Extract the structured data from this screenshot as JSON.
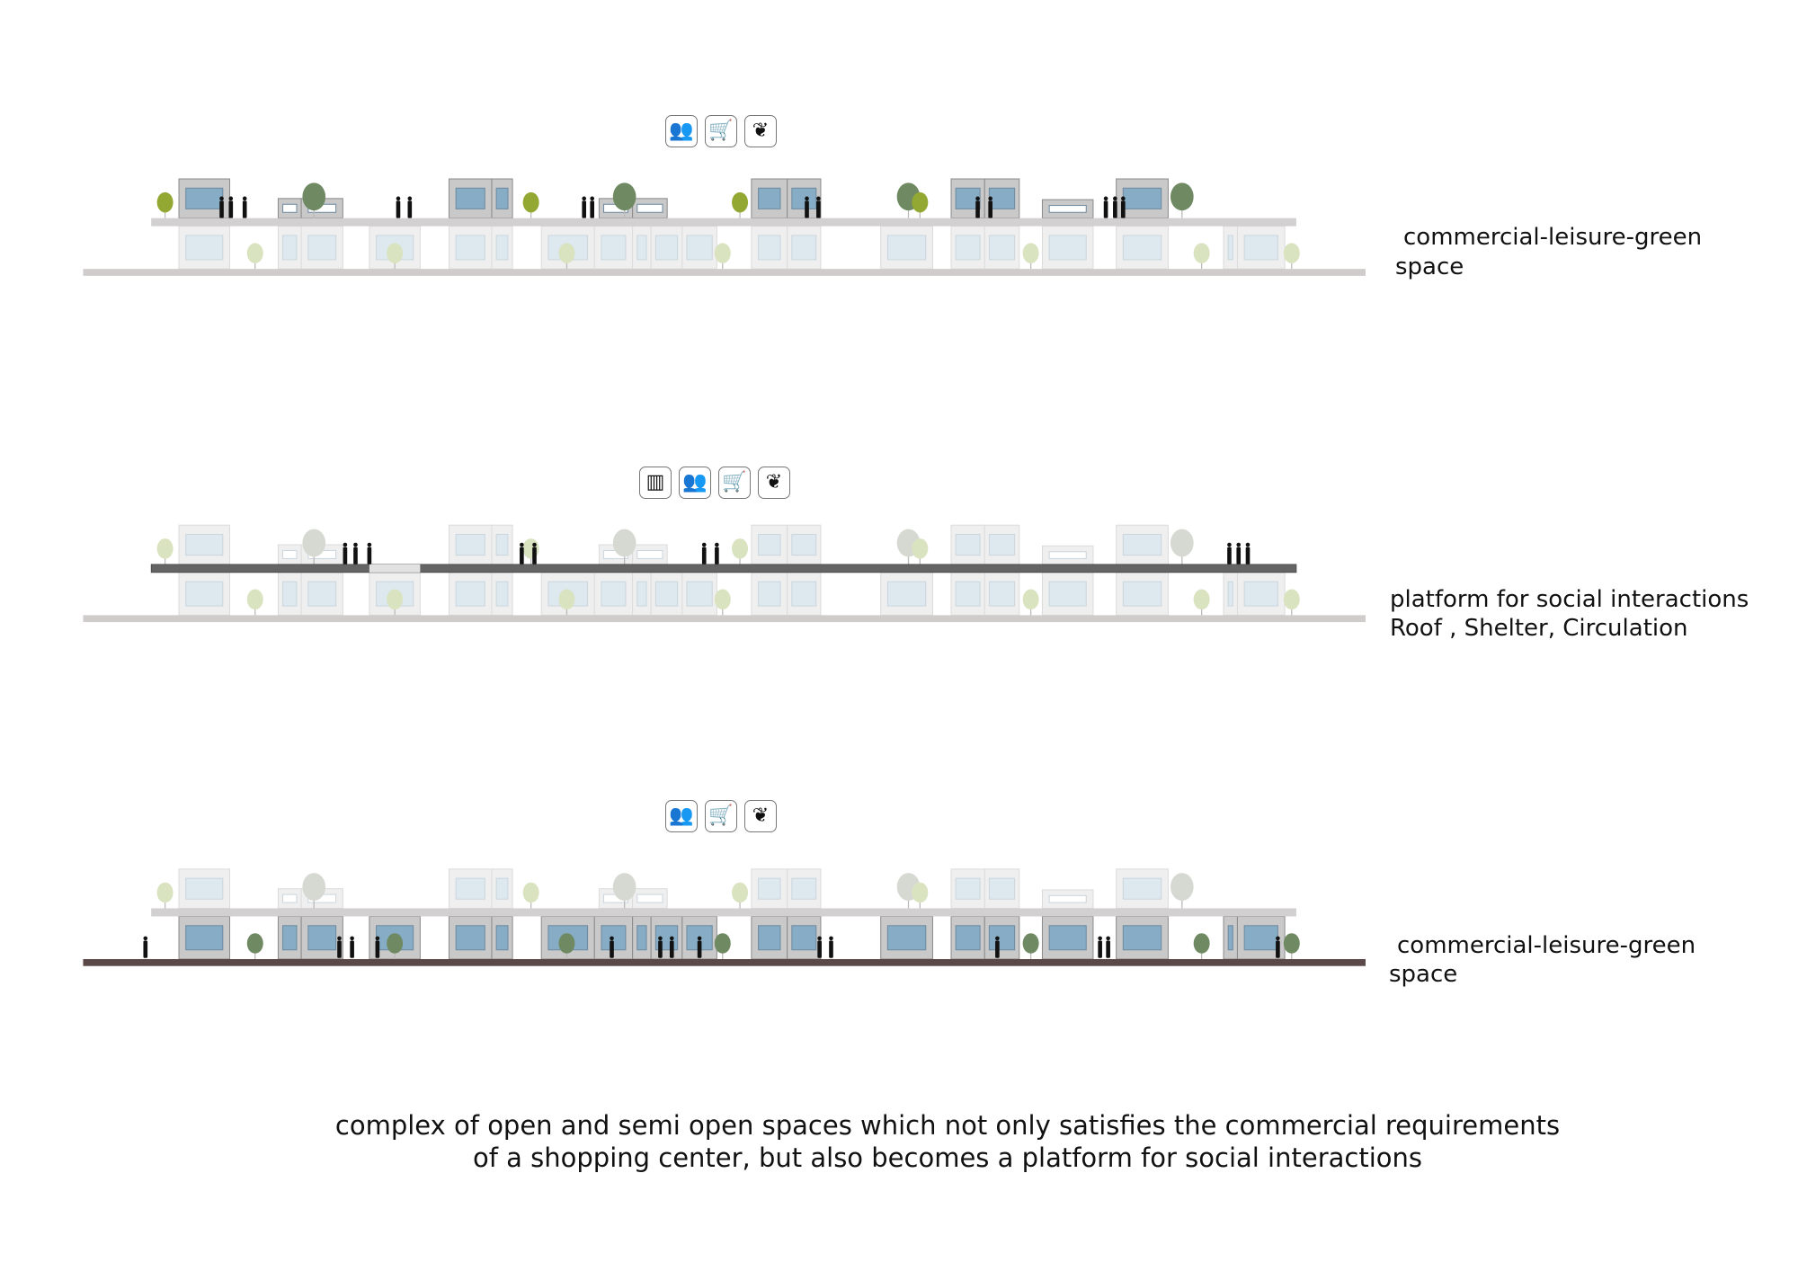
{
  "sections": [
    {
      "label_line1": "commercial-leisure-green",
      "label_line2": "space",
      "icons": [
        "social-icon",
        "cart-icon",
        "leaf-icon"
      ],
      "mode": "roof"
    },
    {
      "label_line1": "platform for social interactions",
      "label_line2": "Roof , Shelter, Circulation",
      "icons": [
        "structure-icon",
        "social-icon",
        "cart-icon",
        "leaf-icon"
      ],
      "mode": "platform"
    },
    {
      "label_line1": "commercial-leisure-green",
      "label_line2": "space",
      "icons": [
        "social-icon",
        "cart-icon",
        "leaf-icon"
      ],
      "mode": "ground"
    }
  ],
  "caption": {
    "line1": "complex of open and semi open spaces which not only satisfies the commercial requirements",
    "line2": "of a shopping center, but also becomes a platform for social interactions"
  },
  "colors": {
    "solid_wall": "#c9c9c9",
    "solid_window": "#86adc5",
    "faded_wall": "#efefef",
    "faded_window": "#dde8ef",
    "platform_light": "#d2d0d0",
    "platform_dark": "#646464",
    "ground_light": "#d0cccc",
    "ground_dark": "#5b4848",
    "tree_green": "#93a832",
    "tree_dark": "#6f8a62",
    "tree_faded": "#d9e3c0"
  }
}
